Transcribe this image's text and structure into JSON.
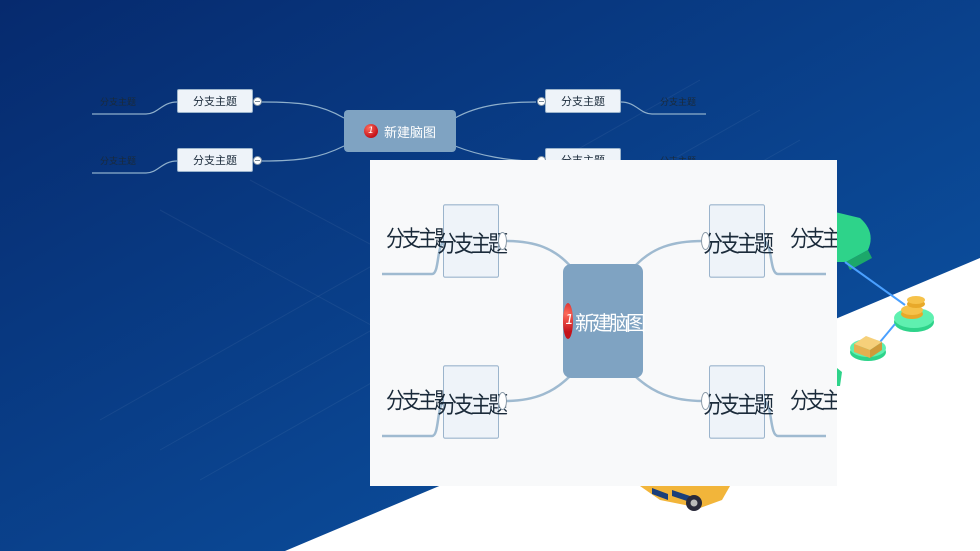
{
  "mindmap": {
    "center_label": "新建脑图",
    "badge_number": "1",
    "branch_label": "分支主题",
    "leaf_label": "分支主题"
  },
  "colors": {
    "background_dark": "#06266a",
    "background_mid": "#0b4a9c",
    "white_corner": "#ffffff",
    "center_node": "#7fa3c2",
    "branch_node_fill": "#eef3f9",
    "branch_node_border": "#9bb4cc",
    "connector": "#8fb0cc",
    "badge": "#c4121a",
    "decor_green": "#2ed38a"
  },
  "decorations": [
    "gold-coins-icon",
    "package-box-icon",
    "delivery-truck-icon",
    "green-card-icon"
  ]
}
